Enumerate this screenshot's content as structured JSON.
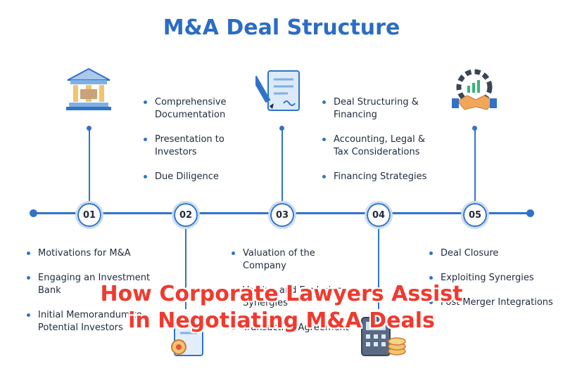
{
  "title": "M&A Deal Structure",
  "steps": [
    {
      "number": "01",
      "items": [
        "Motivations for M&A",
        "Engaging an Investment Bank",
        "Initial Memorandum to Potential Investors"
      ]
    },
    {
      "number": "02",
      "items": [
        "Comprehensive Documentation",
        "Presentation to Investors",
        "Due Diligence"
      ]
    },
    {
      "number": "03",
      "items": [
        "Valuation of the Company",
        "Valuing and Exploring Synergies",
        "Transaction Agreement"
      ]
    },
    {
      "number": "04",
      "items": [
        "Deal Structuring & Financing",
        "Accounting, Legal & Tax Considerations",
        "Financing Strategies"
      ]
    },
    {
      "number": "05",
      "items": [
        "Deal Closure",
        "Exploiting Synergies",
        "Post Merger Integrations"
      ]
    }
  ],
  "overlay": {
    "line1": "How Corporate Lawyers Assist",
    "line2": "in Negotiating M&A Deals"
  },
  "icons": [
    "bank-icon",
    "documents-icon",
    "contract-icon",
    "calculator-icon",
    "gear-handshake-icon"
  ],
  "colors": {
    "accent": "#2f73c9",
    "title": "#2b6cc4",
    "overlay": "#f03a2e"
  }
}
